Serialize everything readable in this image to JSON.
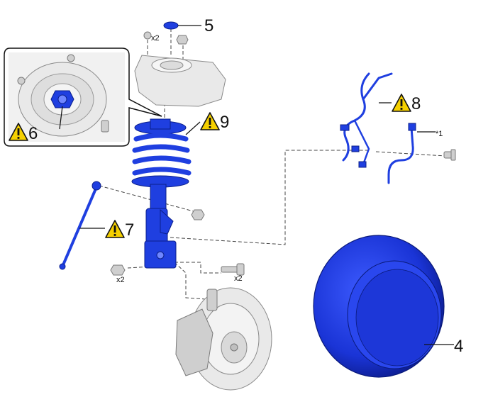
{
  "callouts": {
    "c4": "4",
    "c5": "5",
    "c6": "6",
    "c7": "7",
    "c8": "8",
    "c9": "9"
  },
  "quantities": {
    "top_nut": "x2",
    "lower_nut": "x2",
    "lower_bolt": "x2"
  },
  "notes": {
    "hose_note": "*1"
  },
  "colors": {
    "part_blue": "#1f3fe0",
    "part_grey": "#e9e9e9",
    "warning_yellow": "#f5d000"
  },
  "icons": {
    "warning": "warning-triangle-icon"
  }
}
